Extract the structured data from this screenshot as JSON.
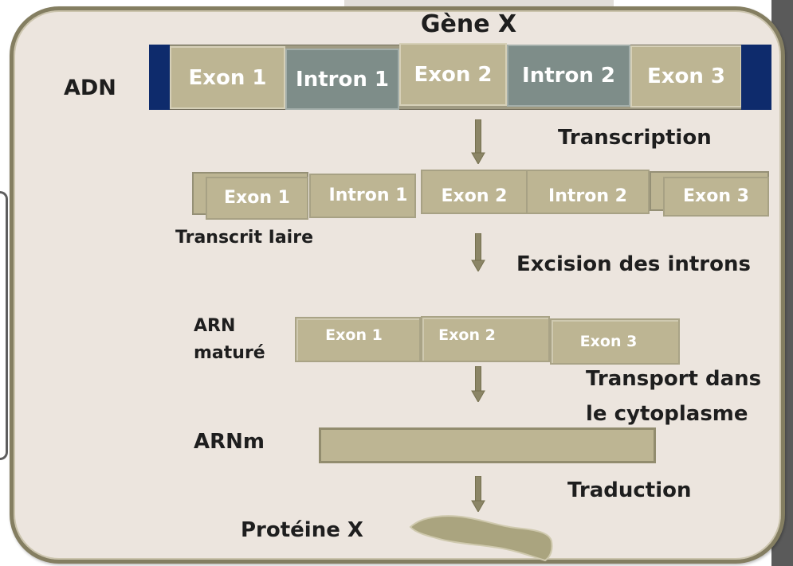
{
  "gene": {
    "title": "Gène X"
  },
  "dna": {
    "label": "ADN",
    "segments": [
      "Exon 1",
      "Intron 1",
      "Exon 2",
      "Intron 2",
      "Exon 3"
    ]
  },
  "transcription": {
    "label": "Transcription"
  },
  "primary_transcript": {
    "label": "Transcrit Iaire",
    "segments": [
      "Exon 1",
      "Intron 1",
      "Exon 2",
      "Intron 2",
      "Exon 3"
    ]
  },
  "splicing": {
    "label": "Excision des introns"
  },
  "mature_rna": {
    "label_lines": [
      "ARN",
      "maturé"
    ],
    "segments": [
      "Exon 1",
      "Exon 2",
      "Exon 3"
    ]
  },
  "transport": {
    "label_lines": [
      "Transport dans",
      "le cytoplasme"
    ]
  },
  "mrna": {
    "label": "ARNm"
  },
  "translation": {
    "label": "Traduction"
  },
  "protein": {
    "label": "Protéine X"
  },
  "colors": {
    "panel": "#ece5de",
    "exon": "#bdb593",
    "intron": "#7e8d89",
    "dna_end": "#0e2b6c",
    "arrow": "#8b8566",
    "protein": "#aaa47f"
  }
}
